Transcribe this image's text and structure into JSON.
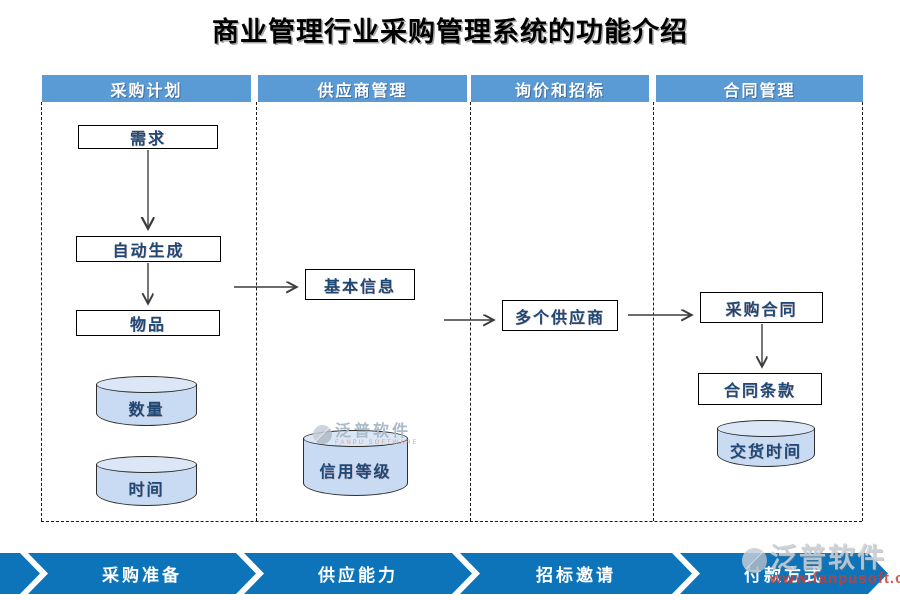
{
  "title": "商业管理行业采购管理系统的功能介绍",
  "columns": [
    {
      "header": "采购计划",
      "nodes": [
        {
          "label": "需求",
          "type": "box"
        },
        {
          "label": "自动生成",
          "type": "box"
        },
        {
          "label": "物品",
          "type": "box"
        },
        {
          "label": "数量",
          "type": "cylinder"
        },
        {
          "label": "时间",
          "type": "cylinder"
        }
      ]
    },
    {
      "header": "供应商管理",
      "nodes": [
        {
          "label": "基本信息",
          "type": "box"
        },
        {
          "label": "信用等级",
          "type": "cylinder"
        }
      ]
    },
    {
      "header": "询价和招标",
      "nodes": [
        {
          "label": "多个供应商",
          "type": "box"
        }
      ]
    },
    {
      "header": "合同管理",
      "nodes": [
        {
          "label": "采购合同",
          "type": "box"
        },
        {
          "label": "合同条款",
          "type": "box"
        },
        {
          "label": "交货时间",
          "type": "cylinder"
        }
      ]
    }
  ],
  "footer": {
    "steps": [
      "采购准备",
      "供应能力",
      "招标邀请",
      "付款方式"
    ]
  },
  "watermark": {
    "brand": "泛普软件",
    "brand_sub": "FANPU SOFTWARE",
    "url": "www.fanpusoft.com"
  },
  "colors": {
    "header_blue": "#5b9bd5",
    "step_blue": "#0d74ba",
    "cylinder_fill": "#c9dbf2",
    "cylinder_top": "#dbe7f7",
    "node_text_navy": "#1e4976",
    "watermark_url_red": "#cd3c32"
  }
}
